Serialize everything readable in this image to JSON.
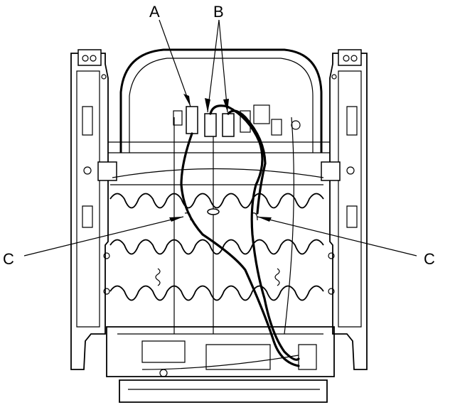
{
  "callouts": {
    "a": "A",
    "b": "B",
    "c_left": "C",
    "c_right": "C"
  },
  "colors": {
    "line": "#000000",
    "background": "#ffffff"
  }
}
